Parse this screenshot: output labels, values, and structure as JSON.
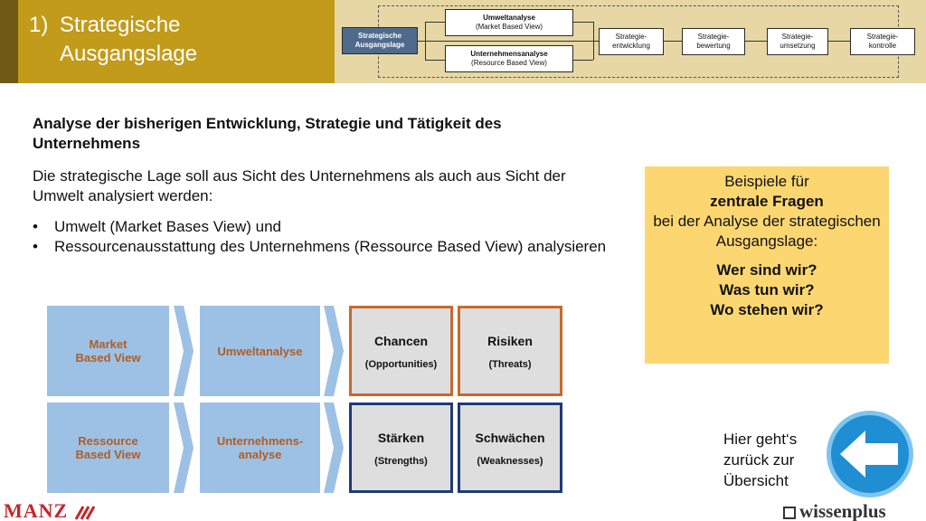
{
  "header": {
    "number": "1)",
    "title_line1": "Strategische",
    "title_line2": "Ausgangslage"
  },
  "process": {
    "start_line1": "Strategische",
    "start_line2": "Ausgangslage",
    "umwelt_title": "Umweltanalyse",
    "umwelt_sub": "(Market Based View)",
    "unternehmen_title": "Unternehmensanalyse",
    "unternehmen_sub": "(Resource Based View)",
    "steps": [
      {
        "line1": "Strategie-",
        "line2": "entwicklung"
      },
      {
        "line1": "Strategie-",
        "line2": "bewertung"
      },
      {
        "line1": "Strategie-",
        "line2": "umsetzung"
      },
      {
        "line1": "Strategie-",
        "line2": "kontrolle"
      }
    ]
  },
  "intro": {
    "title": "Analyse der bisherigen Entwicklung, Strategie und Tätigkeit des Unternehmens",
    "body": "Die strategische Lage soll aus Sicht des Unternehmens als auch aus Sicht der Umwelt analysiert werden:",
    "bullets": [
      "Umwelt (Market Bases View) und",
      "Ressourcenausstattung des Unternehmens (Ressource Based View) analysieren"
    ]
  },
  "questions": {
    "line1": "Beispiele für",
    "line2": "zentrale Fragen",
    "line3": "bei der Analyse der strategischen Ausgangslage:",
    "q1": "Wer sind wir?",
    "q2": "Was tun wir?",
    "q3": "Wo stehen wir?"
  },
  "matrix": {
    "market_line1": "Market",
    "market_line2": "Based View",
    "umwelt": "Umweltanalyse",
    "ressource_line1": "Ressource",
    "ressource_line2": "Based View",
    "unternehmen_line1": "Unternehmens-",
    "unternehmen_line2": "analyse",
    "chancen": "Chancen",
    "chancen_sub": "(Opportunities)",
    "risiken": "Risiken",
    "risiken_sub": "(Threats)",
    "staerken": "Stärken",
    "staerken_sub": "(Strengths)",
    "schwaechen": "Schwächen",
    "schwaechen_sub": "(Weaknesses)"
  },
  "back": {
    "line1": "Hier geht‘s",
    "line2": "zurück zur",
    "line3": "Übersicht",
    "icon": "arrow-left-icon"
  },
  "footer": {
    "manz": "MANZ",
    "wissenplus": "wissenplus"
  },
  "colors": {
    "header_gold": "#c29b1a",
    "header_dark": "#6e5a14",
    "process_bg": "#e6d7a4",
    "matrix_blue": "#9dc1e4",
    "opp_border": "#c66a2c",
    "str_border": "#1e3a78",
    "question_yellow": "#fcd771",
    "back_blue": "#1f8ed2",
    "manz_red": "#c1272d"
  }
}
